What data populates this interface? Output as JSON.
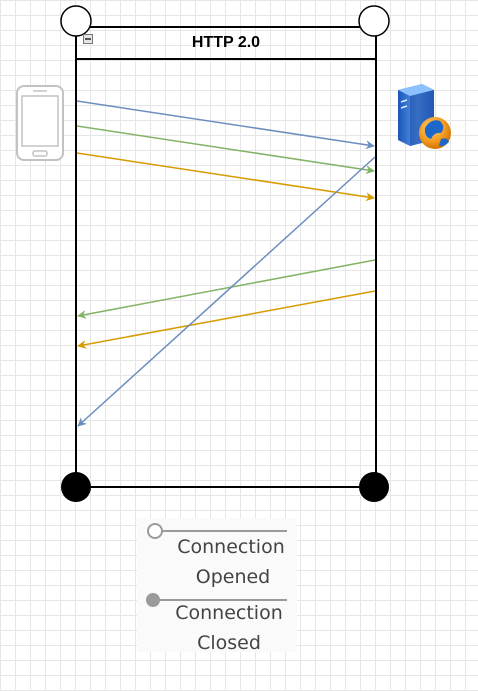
{
  "diagram": {
    "title": "HTTP 2.0",
    "colors": {
      "frame": "#000000",
      "blue": "#6c8ebf",
      "green": "#82b366",
      "orange": "#d79b00",
      "grid": "#e6e6e6"
    },
    "actors": {
      "client_icon": "smartphone-icon",
      "server_icon": "web-server-icon"
    },
    "arrows": [
      {
        "from": "client",
        "to": "server",
        "color": "blue"
      },
      {
        "from": "client",
        "to": "server",
        "color": "green"
      },
      {
        "from": "client",
        "to": "server",
        "color": "orange"
      },
      {
        "from": "server",
        "to": "client",
        "color": "green"
      },
      {
        "from": "server",
        "to": "client",
        "color": "orange"
      },
      {
        "from": "server",
        "to": "client",
        "color": "blue"
      }
    ]
  },
  "legend": {
    "opened_label_line1": "Connection",
    "opened_label_line2": "Opened",
    "closed_label_line1": "Connection",
    "closed_label_line2": "Closed"
  }
}
